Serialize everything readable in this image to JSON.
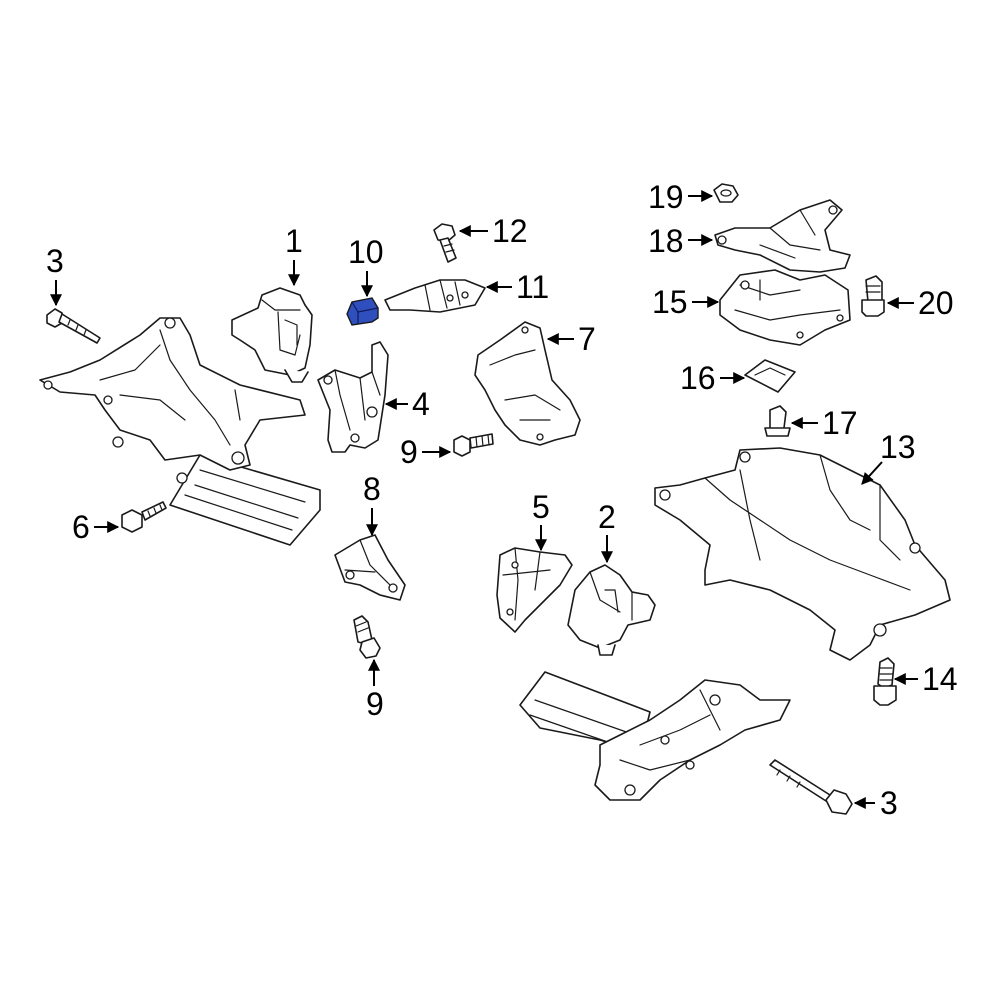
{
  "highlight_color": "#2f4fbf",
  "callouts": {
    "c1": "1",
    "c2": "2",
    "c3_left": "3",
    "c3_right": "3",
    "c4": "4",
    "c5": "5",
    "c6": "6",
    "c7": "7",
    "c8": "8",
    "c9_upper": "9",
    "c9_lower": "9",
    "c10": "10",
    "c11": "11",
    "c12": "12",
    "c13": "13",
    "c14": "14",
    "c15": "15",
    "c16": "16",
    "c17": "17",
    "c18": "18",
    "c19": "19",
    "c20": "20"
  }
}
